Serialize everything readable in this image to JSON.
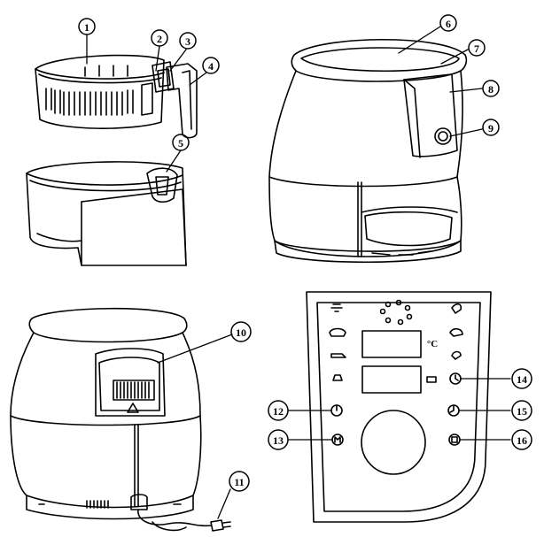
{
  "callouts": [
    {
      "id": 1,
      "label": "1"
    },
    {
      "id": 2,
      "label": "2"
    },
    {
      "id": 3,
      "label": "3"
    },
    {
      "id": 4,
      "label": "4"
    },
    {
      "id": 5,
      "label": "5"
    },
    {
      "id": 6,
      "label": "6"
    },
    {
      "id": 7,
      "label": "7"
    },
    {
      "id": 8,
      "label": "8"
    },
    {
      "id": 9,
      "label": "9"
    },
    {
      "id": 10,
      "label": "10"
    },
    {
      "id": 11,
      "label": "11"
    },
    {
      "id": 12,
      "label": "12"
    },
    {
      "id": 13,
      "label": "13"
    },
    {
      "id": 14,
      "label": "14"
    },
    {
      "id": 15,
      "label": "15"
    },
    {
      "id": 16,
      "label": "16"
    }
  ],
  "panel": {
    "temp_unit": "°C"
  },
  "icons": {
    "fan": "fan-icon",
    "power": "power-icon",
    "menu": "menu-icon",
    "timer": "timer-icon",
    "stop": "stop-icon",
    "plug": "plug-icon",
    "warning": "warning-icon"
  }
}
